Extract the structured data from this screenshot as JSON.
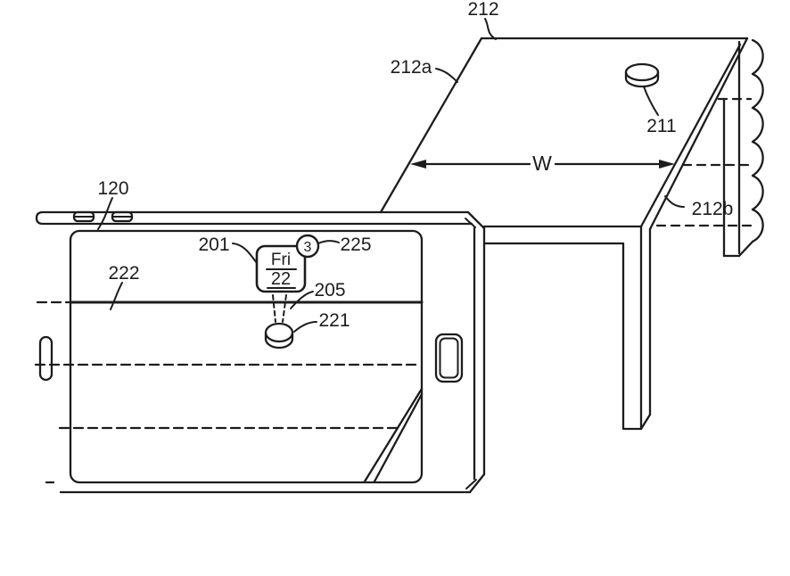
{
  "figure": {
    "background": "#ffffff",
    "line_color": "#1c1c1c",
    "reference_labels": {
      "tablet_device": "120",
      "calendar_icon": "201",
      "drop_path": "205",
      "table_object": "211",
      "table": "212",
      "table_top_surface": "212a",
      "table_edge": "212b",
      "screen_object": "221",
      "screen_row_line": "222",
      "badge": "225"
    },
    "dimension": {
      "width_label": "W"
    },
    "calendar_icon": {
      "weekday": "Fri",
      "day": "22",
      "badge_count": "3"
    }
  }
}
